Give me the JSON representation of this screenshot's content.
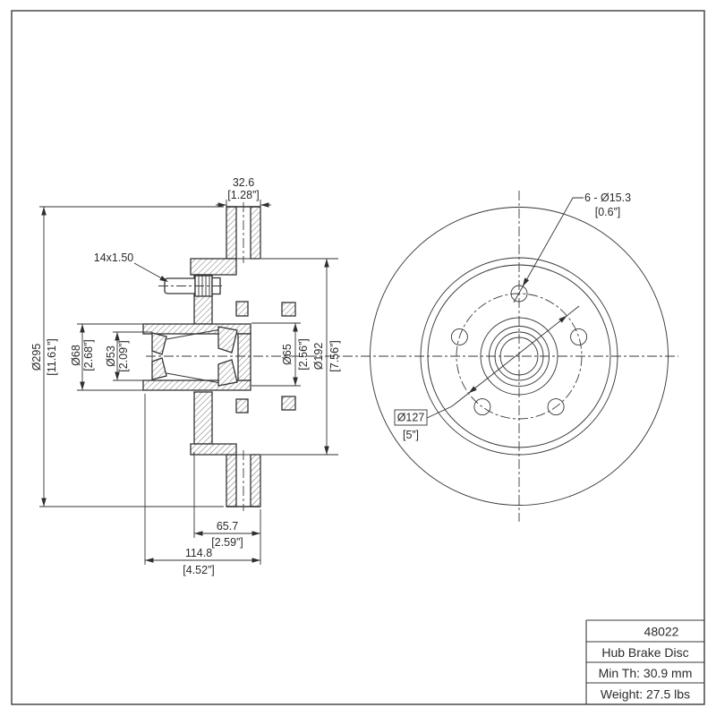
{
  "page": {
    "background": "#ffffff",
    "line_color": "#333333"
  },
  "section_view": {
    "stud_thread_label": "14x1.50",
    "dims": {
      "rotor_thickness": {
        "mm": "32.6",
        "inch": "[1.28”]"
      },
      "outer_diameter": {
        "mm": "Ø295",
        "inch": "[11.61”]"
      },
      "bearing_bore": {
        "mm": "Ø68",
        "inch": "[2.68”]"
      },
      "center_bore": {
        "mm": "Ø53",
        "inch": "[2.09”]"
      },
      "seal_diameter": {
        "mm": "Ø65",
        "inch": "[2.56”]"
      },
      "inner_diameter": {
        "mm": "Ø192",
        "inch": "[7.56”]"
      },
      "hat_depth": {
        "mm": "65.7",
        "inch": "[2.59”]"
      },
      "overall_width": {
        "mm": "114.8",
        "inch": "[4.52”]"
      }
    }
  },
  "front_view": {
    "bolt_hole_callout": {
      "label": "6 - Ø15.3",
      "inch": "[0.6”]"
    },
    "bolt_circle": {
      "label": "Ø127",
      "inch": "[5”]"
    }
  },
  "title_block": {
    "part_number": "48022",
    "part_name": "Hub Brake Disc",
    "min_thickness": "Min Th: 30.9 mm",
    "weight": "Weight: 27.5 lbs"
  }
}
